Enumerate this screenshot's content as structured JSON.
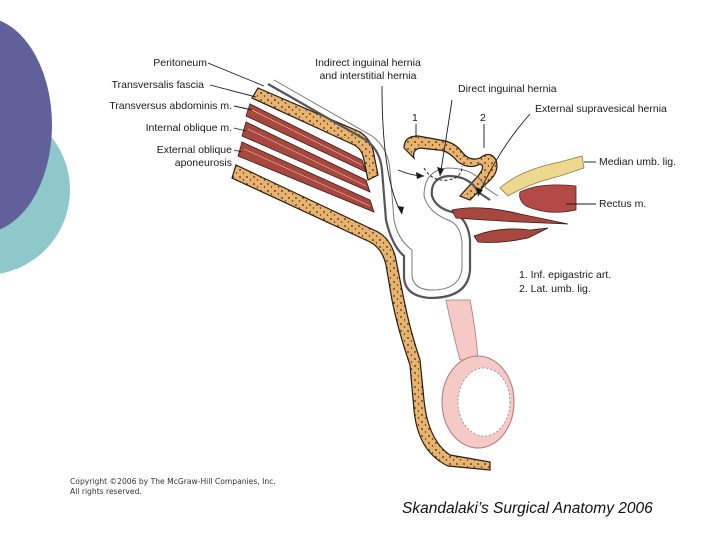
{
  "colors": {
    "circle_dark": "#62609a",
    "circle_light": "#8fc8cb",
    "fascia_fill": "#e8b36e",
    "fascia_outline": "#2a1a10",
    "muscle_fill": "#a8473e",
    "ligament_fill": "#ecd98f",
    "rectus_fill": "#b44a45",
    "sac_pink": "#f4c9c6",
    "peritoneum_line": "#555555"
  },
  "labels": {
    "peritoneum": "Peritoneum",
    "transversalis_fascia": "Transversalis fascia",
    "transversus_abdominis": "Transversus abdominis m.",
    "internal_oblique": "Internal oblique m.",
    "external_oblique_1": "External oblique",
    "external_oblique_2": "aponeurosis",
    "indirect_hernia_1": "Indirect inguinal hernia",
    "indirect_hernia_2": "and interstitial hernia",
    "direct_hernia": "Direct inguinal hernia",
    "supravesical_hernia": "External supravesical hernia",
    "median_umb_lig": "Median umb. lig.",
    "rectus": "Rectus m.",
    "marker_1": "1",
    "marker_2": "2",
    "legend_1": "1. Inf. epigastric art.",
    "legend_2": "2. Lat. umb. lig."
  },
  "copyright": {
    "line1": "Copyright ©2006 by The McGraw-Hill Companies, Inc.",
    "line2": "All rights reserved."
  },
  "credit": "Skandalaki’s Surgical Anatomy 2006"
}
